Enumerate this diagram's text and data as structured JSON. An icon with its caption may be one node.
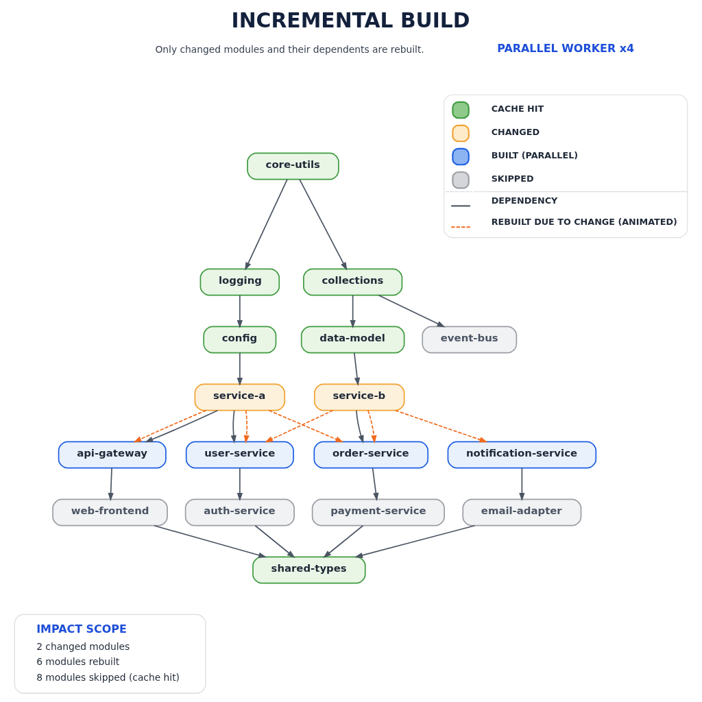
{
  "diagram": {
    "title": "INCREMENTAL BUILD",
    "nodes": [
      {
        "text": [
          "core-utils"
        ]
      },
      {
        "text": [
          "logging"
        ]
      },
      {
        "text": [
          "collections"
        ]
      },
      {
        "text": [
          "config"
        ]
      },
      {
        "text": [
          "data-model"
        ]
      },
      {
        "text": [
          "event-bus"
        ]
      },
      {
        "text": [
          "service-a"
        ]
      },
      {
        "text": [
          "service-b"
        ]
      },
      {
        "text": [
          "api-gateway"
        ]
      },
      {
        "text": [
          "user-service"
        ]
      },
      {
        "text": [
          "order-service"
        ]
      },
      {
        "text": [
          "notification-service"
        ]
      },
      {
        "text": [
          "web-frontend"
        ]
      },
      {
        "text": [
          "auth-service"
        ]
      },
      {
        "text": [
          "payment-service"
        ]
      },
      {
        "text": [
          "email-adapter"
        ]
      },
      {
        "text": [
          "shared-types"
        ]
      },
      {
        "text": [
          "IMPACT SCOPE",
          "2 changed modules",
          "6 modules rebuilt",
          "8 modules skipped (cache hit)"
        ]
      }
    ],
    "edges": [
      {
        "from": 0,
        "to": 1,
        "arrow": "to"
      },
      {
        "from": 0,
        "to": 2,
        "arrow": "to"
      },
      {
        "from": 1,
        "to": 3,
        "arrow": "to"
      },
      {
        "from": 2,
        "to": 4,
        "arrow": "to"
      },
      {
        "from": 2,
        "to": 5,
        "arrow": "to"
      },
      {
        "from": 3,
        "to": 6,
        "arrow": "to"
      },
      {
        "from": 4,
        "to": 7,
        "arrow": "to"
      },
      {
        "from": 6,
        "to": 8,
        "arrow": "to",
        "style": "dashed",
        "color": "#f26b1d"
      },
      {
        "from": 6,
        "to": 8,
        "arrow": "to"
      },
      {
        "from": 6,
        "to": 9,
        "arrow": "to"
      },
      {
        "from": 6,
        "to": 9,
        "arrow": "to",
        "style": "dashed",
        "color": "#f26b1d"
      },
      {
        "from": 6,
        "to": 10,
        "arrow": "to",
        "style": "dashed",
        "color": "#f26b1d"
      },
      {
        "from": 7,
        "to": 9,
        "arrow": "to",
        "style": "dashed",
        "color": "#f26b1d"
      },
      {
        "from": 7,
        "to": 10,
        "arrow": "to"
      },
      {
        "from": 7,
        "to": 10,
        "arrow": "to",
        "style": "dashed",
        "color": "#f26b1d"
      },
      {
        "from": 7,
        "to": 11,
        "arrow": "to",
        "style": "dashed",
        "color": "#f26b1d"
      },
      {
        "from": 8,
        "to": 12,
        "arrow": "to"
      },
      {
        "from": 9,
        "to": 13,
        "arrow": "to"
      },
      {
        "from": 10,
        "to": 14,
        "arrow": "to"
      },
      {
        "from": 11,
        "to": 15,
        "arrow": "to"
      },
      {
        "from": 12,
        "to": 16,
        "arrow": "to"
      },
      {
        "from": 13,
        "to": 16,
        "arrow": "to"
      },
      {
        "from": 14,
        "to": 16,
        "arrow": "to"
      },
      {
        "from": 15,
        "to": 16,
        "arrow": "to"
      }
    ],
    "labels": [
      "Only changed modules and their dependents are rebuilt.",
      "PARALLEL WORKER x4"
    ],
    "legend": [
      {
        "text": "CACHE HIT",
        "color": "#8fca8a"
      },
      {
        "text": "CHANGED",
        "color": "#fdebc9"
      },
      {
        "text": "BUILT (PARALLEL)",
        "color": "#8db4f2"
      },
      {
        "text": "SKIPPED",
        "color": "#d5d6d9"
      },
      {
        "text": "DEPENDENCY"
      },
      {
        "text": "REBUILT DUE TO CHANGE (ANIMATED)"
      }
    ]
  }
}
